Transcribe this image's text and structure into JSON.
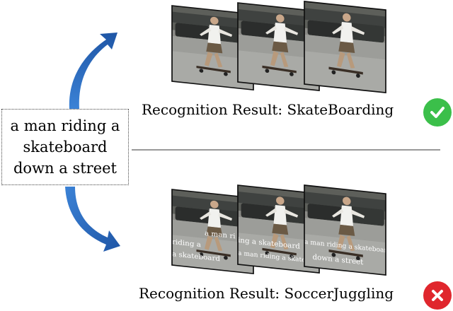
{
  "caption": {
    "lines": [
      "a man riding a",
      "skateboard",
      "down a street"
    ]
  },
  "overlay_text": [
    "a man ri",
    "riding a",
    "a skateboard",
    "ing a skateboard",
    "a man riding a skateboard",
    "down a street"
  ],
  "results": {
    "top": {
      "label": "Recognition Result: SkateBoarding",
      "status": "correct",
      "color": "#3bbf4a"
    },
    "bottom": {
      "label": "Recognition Result: SoccerJuggling",
      "status": "incorrect",
      "color": "#e0262d"
    }
  },
  "colors": {
    "arrow": "#2e6dbf",
    "divider": "#333333"
  }
}
